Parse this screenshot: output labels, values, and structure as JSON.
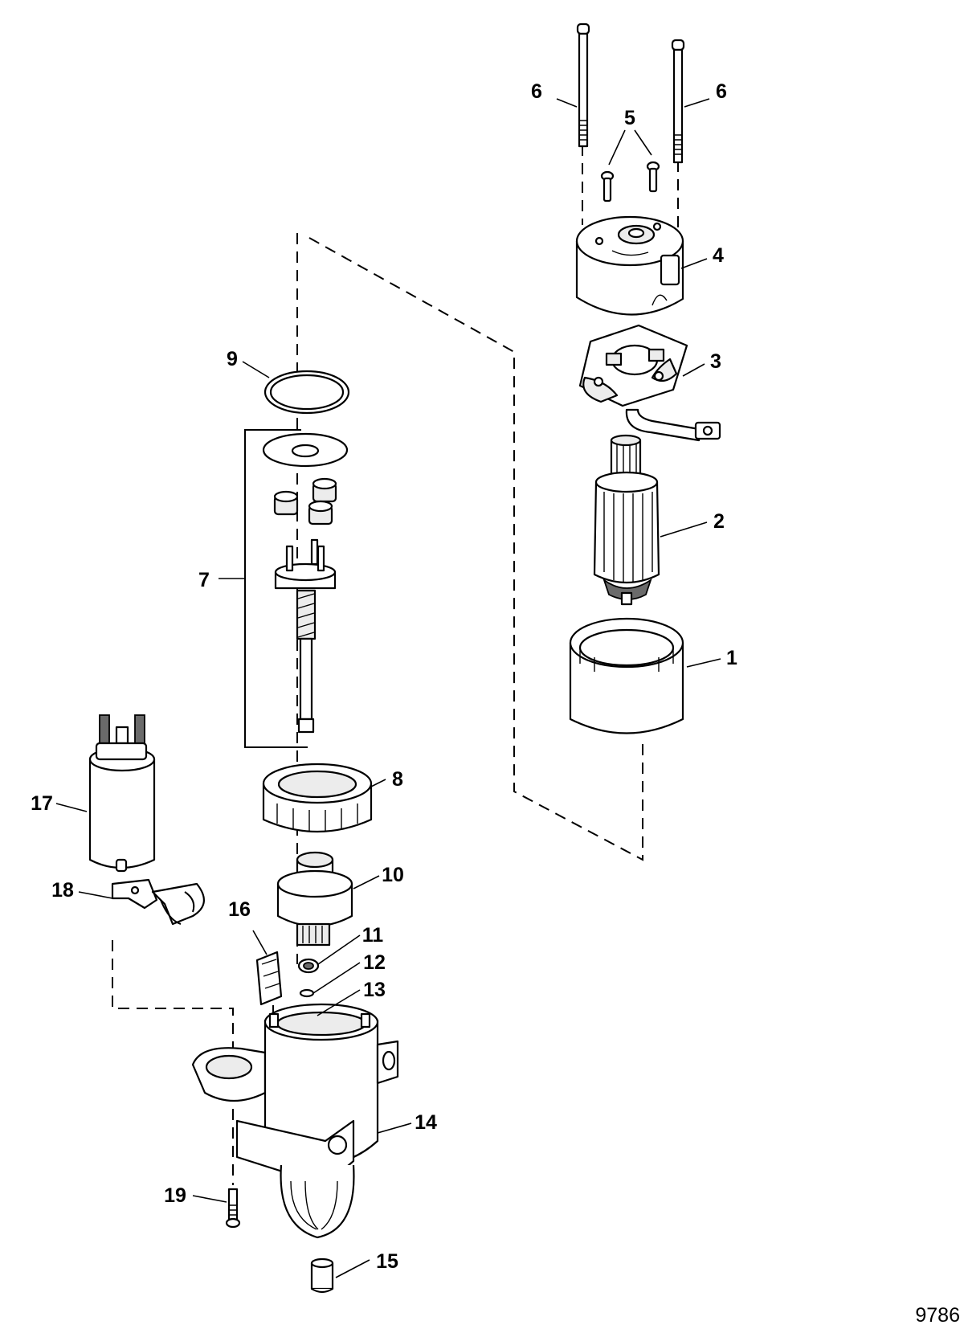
{
  "diagram": {
    "figure_number": "9786",
    "callouts": [
      "1",
      "2",
      "3",
      "4",
      "5",
      "6",
      "6",
      "7",
      "8",
      "9",
      "10",
      "11",
      "12",
      "13",
      "14",
      "15",
      "16",
      "17",
      "18",
      "19"
    ]
  }
}
